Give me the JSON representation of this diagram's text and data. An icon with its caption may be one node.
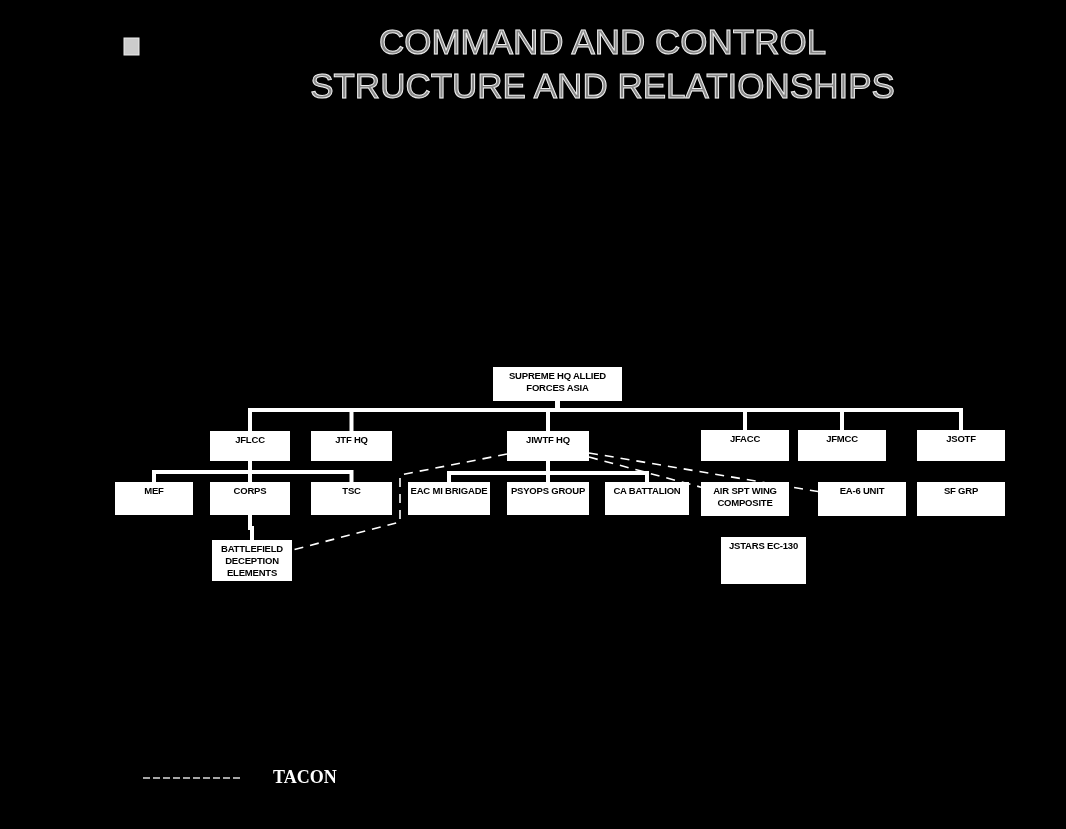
{
  "diagram": {
    "title": "COMMAND AND CONTROL STRUCTURE AND RELATIONSHIPS",
    "nodes": [
      {
        "text": [
          "SUPREME HQ ALLIED FORCES ASIA"
        ]
      },
      {
        "text": [
          "JFLCC"
        ]
      },
      {
        "text": [
          "JTF HQ"
        ]
      },
      {
        "text": [
          "JIWTF HQ"
        ]
      },
      {
        "text": [
          "JFACC"
        ]
      },
      {
        "text": [
          "JFMCC"
        ]
      },
      {
        "text": [
          "JSOTF"
        ]
      },
      {
        "text": [
          "MEF"
        ]
      },
      {
        "text": [
          "CORPS"
        ]
      },
      {
        "text": [
          "TSC"
        ]
      },
      {
        "text": [
          "EAC MI BRIGADE"
        ]
      },
      {
        "text": [
          "PSYOPS GROUP"
        ]
      },
      {
        "text": [
          "CA BATTALION"
        ]
      },
      {
        "text": [
          "AIR SPT WING COMPOSITE"
        ]
      },
      {
        "text": [
          "EA-6 UNIT"
        ]
      },
      {
        "text": [
          "SF GRP"
        ]
      },
      {
        "text": [
          "BATTLEFIELD DECEPTION ELEMENTS"
        ]
      },
      {
        "text": [
          "JSTARS EC-130"
        ]
      }
    ],
    "edges": [
      {
        "from": 0,
        "to": 1,
        "arrow": "none"
      },
      {
        "from": 0,
        "to": 2,
        "arrow": "none"
      },
      {
        "from": 0,
        "to": 3,
        "arrow": "none"
      },
      {
        "from": 0,
        "to": 4,
        "arrow": "none"
      },
      {
        "from": 0,
        "to": 5,
        "arrow": "none"
      },
      {
        "from": 0,
        "to": 6,
        "arrow": "none"
      },
      {
        "from": 1,
        "to": 7,
        "arrow": "none"
      },
      {
        "from": 1,
        "to": 8,
        "arrow": "none"
      },
      {
        "from": 1,
        "to": 9,
        "arrow": "none"
      },
      {
        "from": 3,
        "to": 10,
        "arrow": "none"
      },
      {
        "from": 3,
        "to": 11,
        "arrow": "none"
      },
      {
        "from": 3,
        "to": 12,
        "arrow": "none"
      },
      {
        "from": 8,
        "to": 16,
        "arrow": "none"
      },
      {
        "from": 3,
        "to": 16,
        "arrow": "none",
        "style": "dashed"
      },
      {
        "from": 3,
        "to": 13,
        "arrow": "none",
        "style": "dashed"
      },
      {
        "from": 3,
        "to": 14,
        "arrow": "none",
        "style": "dashed"
      }
    ],
    "legend": [
      {
        "text": "TACON"
      }
    ]
  }
}
